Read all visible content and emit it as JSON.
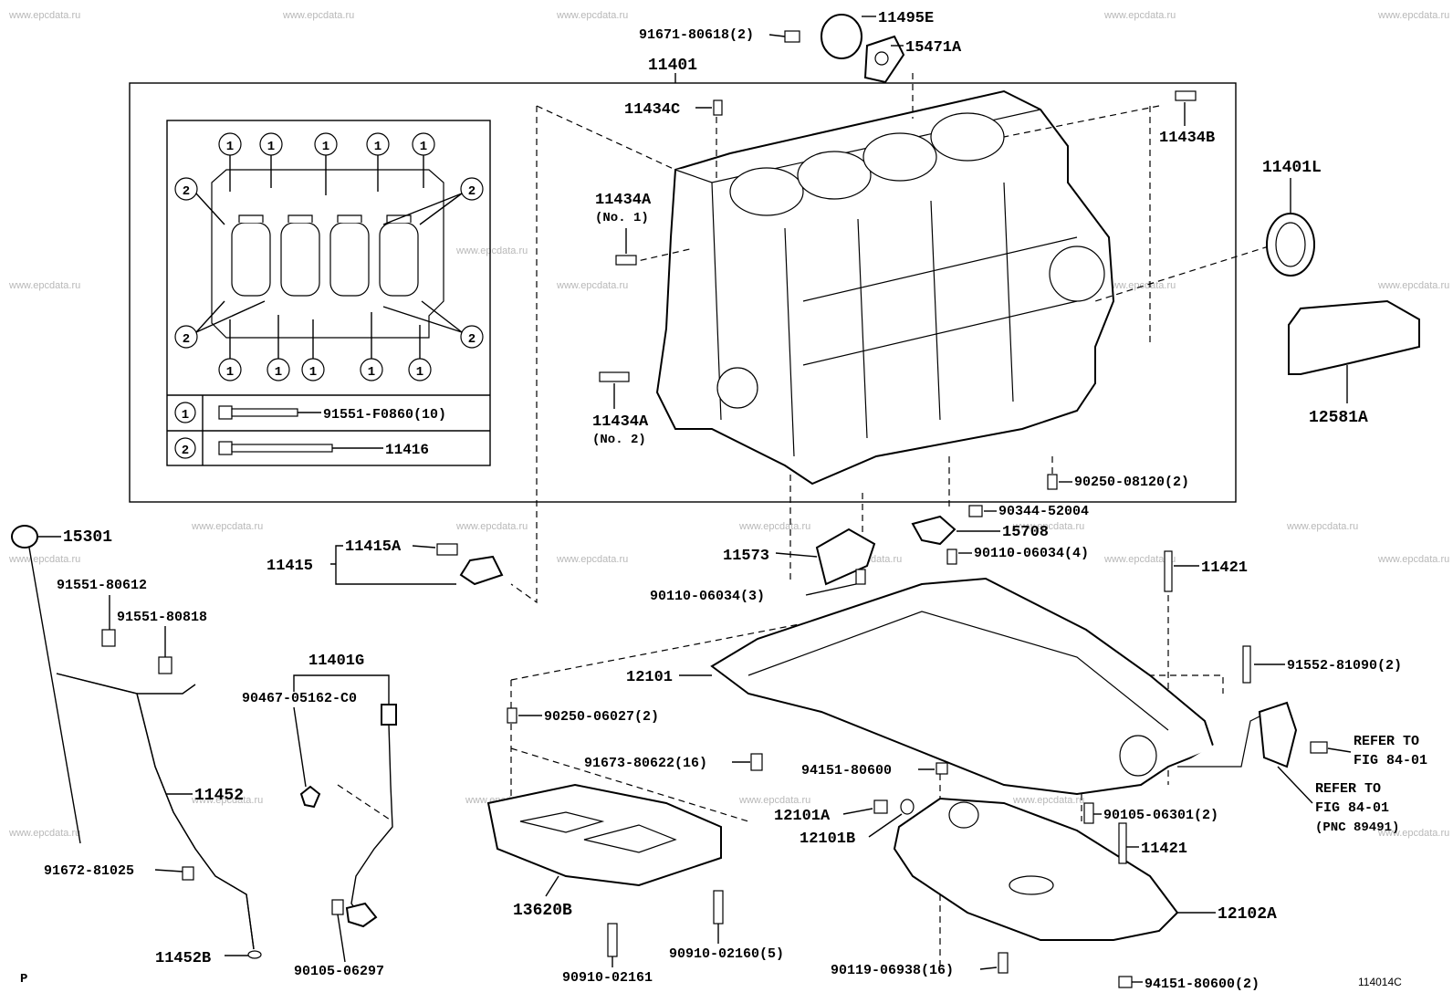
{
  "watermark": "www.epcdata.ru",
  "corner": {
    "left": "P",
    "right": "114014C"
  },
  "legend": {
    "row1": {
      "num": "1",
      "part": "91551-F0860(10)"
    },
    "row2": {
      "num": "2",
      "part": "11416"
    }
  },
  "labels": {
    "l11495E": "11495E",
    "l91671": "91671-80618(2)",
    "l15471A": "15471A",
    "l11401": "11401",
    "l11434C": "11434C",
    "l11434B": "11434B",
    "l11434A1": "11434A",
    "l11434A1sub": "(No. 1)",
    "l11434A2": "11434A",
    "l11434A2sub": "(No. 2)",
    "l11401L": "11401L",
    "l12581A": "12581A",
    "l90250_08120": "90250-08120(2)",
    "l90344": "90344-52004",
    "l15708": "15708",
    "l90110_4": "90110-06034(4)",
    "l11573": "11573",
    "l90110_3": "90110-06034(3)",
    "l11421a": "11421",
    "l15301": "15301",
    "l11415": "11415",
    "l11415A": "11415A",
    "l91551_80612": "91551-80612",
    "l91551_80818": "91551-80818",
    "l11401G": "11401G",
    "l90467": "90467-05162-C0",
    "l12101": "12101",
    "l91552": "91552-81090(2)",
    "l90250_06027": "90250-06027(2)",
    "l91673": "91673-80622(16)",
    "l94151a": "94151-80600",
    "l11452": "11452",
    "l12101A": "12101A",
    "l12101B": "12101B",
    "l90105_06301": "90105-06301(2)",
    "l11421b": "11421",
    "l91672": "91672-81025",
    "l13620B": "13620B",
    "l12102A": "12102A",
    "l11452B": "11452B",
    "l90105_06297": "90105-06297",
    "l90910_02160": "90910-02160(5)",
    "l90910_02161": "90910-02161",
    "l90119": "90119-06938(16)",
    "l94151b": "94151-80600(2)",
    "ref1a": "REFER TO",
    "ref1b": "FIG 84-01",
    "ref2a": "REFER TO",
    "ref2b": "FIG 84-01",
    "ref2c": "(PNC 89491)"
  },
  "bolt_pattern": {
    "top_row": [
      "1",
      "1",
      "1",
      "1",
      "1"
    ],
    "bottom_row": [
      "1",
      "1",
      "1",
      "1",
      "1"
    ],
    "side_marks": [
      "2",
      "2",
      "2",
      "2"
    ]
  }
}
